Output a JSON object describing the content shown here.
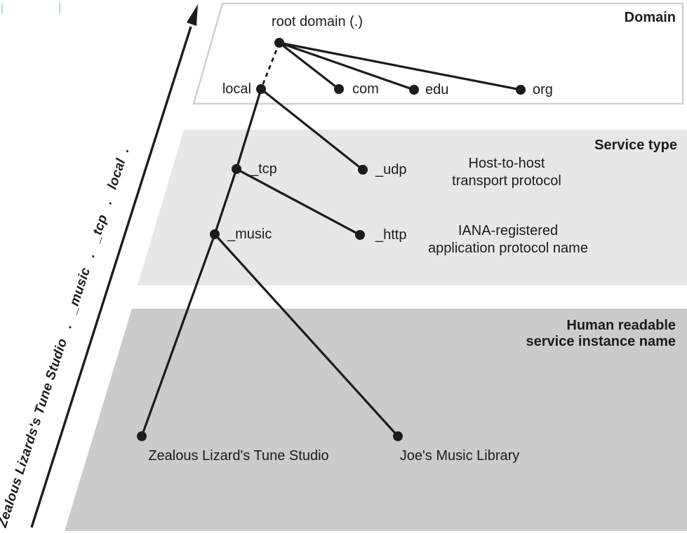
{
  "colors": {
    "page_background": "#ffffff",
    "domain_band_fill": "#ffffff",
    "domain_band_border": "#d0d0d0",
    "service_band_fill": "#e6e7e7",
    "instance_band_fill": "#cbcbcb",
    "line_color": "#1c1c1c",
    "text_color": "#1c1c1c",
    "artifact_color": "#b5d8e2"
  },
  "arrow": {
    "fqdn_label": "Zealous Lizards's Tune Studio   .   _music   .   _tcp   .   local  ."
  },
  "sections": {
    "domain": {
      "title": "Domain",
      "root_label": "root domain (.)",
      "children": [
        {
          "label": "local"
        },
        {
          "label": "com"
        },
        {
          "label": "edu"
        },
        {
          "label": "org"
        }
      ]
    },
    "service_type": {
      "title": "Service type",
      "transport_nodes": [
        {
          "label": "_tcp"
        },
        {
          "label": "_udp"
        }
      ],
      "transport_note": [
        "Host-to-host",
        "transport protocol"
      ],
      "application_nodes": [
        {
          "label": "_music"
        },
        {
          "label": "_http"
        }
      ],
      "application_note": [
        "IANA-registered",
        "application protocol name"
      ]
    },
    "instance": {
      "title": [
        "Human readable",
        "service instance name"
      ],
      "nodes": [
        {
          "label": "Zealous Lizard's Tune Studio"
        },
        {
          "label": "Joe's Music Library"
        }
      ]
    }
  }
}
